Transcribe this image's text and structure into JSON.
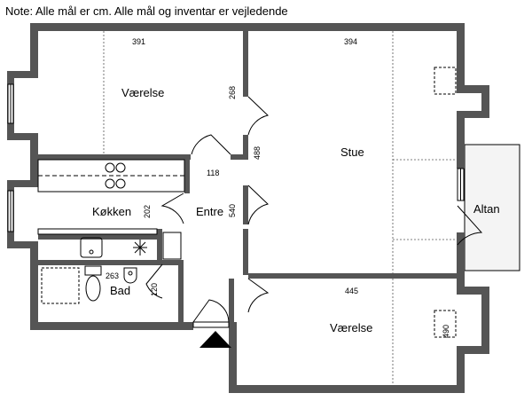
{
  "note": "Note: Alle mål er cm. Alle mål og inventar er vejledende",
  "rooms": {
    "vaerelse_top": "Værelse",
    "stue": "Stue",
    "kokken": "Køkken",
    "entre": "Entre",
    "altan": "Altan",
    "bad": "Bad",
    "vaerelse_bottom": "Værelse"
  },
  "dimensions": {
    "vaerelse_top_width": "391",
    "vaerelse_top_height": "268",
    "stue_width": "394",
    "stue_height": "488",
    "stove_width": "118",
    "kokken_depth": "202",
    "entre_length": "540",
    "bad_width": "263",
    "bad_depth": "120",
    "vaerelse_bottom_width": "445",
    "vaerelse_bottom_height": "490"
  },
  "colors": {
    "wall": "#555555",
    "line": "#000000",
    "altan_fill": "#f4f4f4"
  }
}
